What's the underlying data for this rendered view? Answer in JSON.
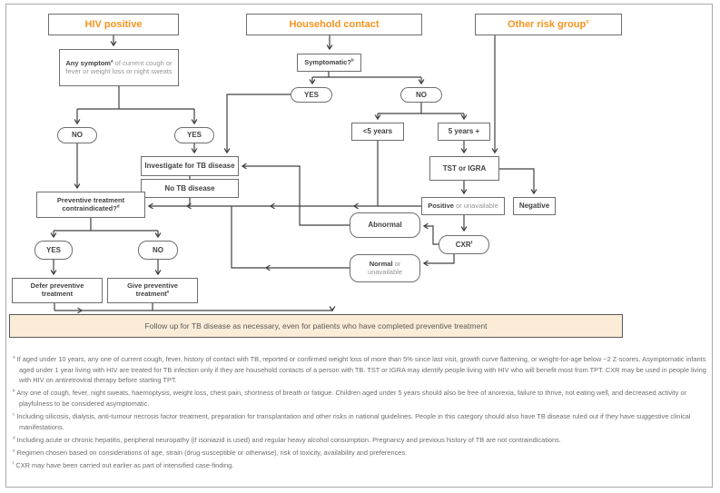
{
  "diagram": {
    "headers": {
      "hiv": "HIV positive",
      "household": "Household contact",
      "other": "Other risk group",
      "other_sup": "c"
    },
    "nodes": {
      "any_symptom": {
        "bold": "Any symptom",
        "sup": "a",
        "rest": " of current cough or fever or weight loss or night sweats"
      },
      "symptomatic": {
        "label": "Symptomatic?",
        "sup": "b"
      },
      "hiv_no": "NO",
      "hiv_yes": "YES",
      "hh_yes": "YES",
      "hh_no": "NO",
      "under5": "<5 years",
      "over5": "5 years +",
      "tst": "TST or IGRA",
      "investigate": "Investigate for TB disease",
      "no_tb": "No TB disease",
      "contraindicated": {
        "label": "Preventive treatment contraindicated?",
        "sup": "d"
      },
      "positive": {
        "bold": "Positive",
        "rest": " or unavailable"
      },
      "negative": "Negative",
      "abnormal": "Abnormal",
      "cxr": {
        "label": "CXR",
        "sup": "f"
      },
      "normal": {
        "bold": "Normal",
        "rest": " or unavailable"
      },
      "ci_yes": "YES",
      "ci_no": "NO",
      "defer": "Defer preventive treatment",
      "give": {
        "label": "Give preventive treatment",
        "sup": "e"
      }
    },
    "banner": "Follow up for TB disease as necessary, even for patients who have completed preventive treatment",
    "footnotes": [
      {
        "sup": "a",
        "text": "If aged under 10 years, any one of current cough, fever, history of contact with TB, reported or confirmed weight loss of more than 5% since last visit, growth curve flattening, or weight-for-age below −2 Z-scores. Asymptomatic infants aged under 1 year living with HIV are treated for TB infection only if they are household contacts of a person with TB. TST or IGRA may identify people living with HIV who will benefit most from TPT. CXR may be used in people living with HIV on antiretroviral therapy before starting TPT."
      },
      {
        "sup": "b",
        "text": "Any one of cough, fever, night sweats, haemoptysis, weight loss, chest pain, shortness of breath or fatigue. Children aged under 5 years should also be free of anorexia, failure to thrive, not eating well, and decreased activity or playfulness to be considered asymptomatic."
      },
      {
        "sup": "c",
        "text": "Including silicosis, dialysis, anti-tumour necrosis factor treatment, preparation for transplantation and other risks in national guidelines. People in this category should also have TB disease ruled out if they have suggestive clinical manifestations."
      },
      {
        "sup": "d",
        "text": "Including acute or chronic hepatitis, peripheral neuropathy (if isoniazid is used) and regular heavy alcohol consumption. Pregnancy and previous history of TB are not contraindications."
      },
      {
        "sup": "e",
        "text": "Regimen chosen based on considerations of age, strain (drug-susceptible or otherwise), risk of toxicity, availability and preferences."
      },
      {
        "sup": "f",
        "text": "CXR may have been carried out earlier as part of intensified case-finding."
      }
    ],
    "colors": {
      "accent_orange": "#f7941e",
      "banner_fill": "#fbecd7",
      "box_border": "#6d6e71",
      "text_dark": "#414042",
      "text_gray": "#939598",
      "line": "#414042"
    }
  }
}
